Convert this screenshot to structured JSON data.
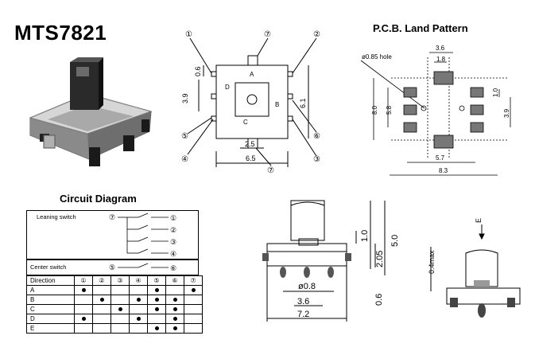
{
  "model": "MTS7821",
  "sections": {
    "pcb_title": "P.C.B. Land Pattern",
    "circuit_title": "Circuit Diagram"
  },
  "top_view": {
    "pins": [
      "①",
      "②",
      "③",
      "④",
      "⑤",
      "⑥",
      "⑦"
    ],
    "directions": [
      "A",
      "B",
      "C",
      "D"
    ],
    "dims": [
      "0.6",
      "3.9",
      "6.1",
      "2.5",
      "6.5"
    ]
  },
  "pcb": {
    "hole_label": "ø0.85 hole",
    "dims": [
      "3.6",
      "1.8",
      "1.0",
      "8.0",
      "5.8",
      "3.9",
      "5.7",
      "8.3"
    ]
  },
  "circuit": {
    "leaning_label": "Leaning switch",
    "center_label": "Center switch",
    "leaning_pins": [
      "⑦",
      "①",
      "②",
      "③",
      "④"
    ],
    "center_pins": [
      "⑤",
      "⑥"
    ]
  },
  "table": {
    "header": "Direction",
    "cols": [
      "①",
      "②",
      "③",
      "④",
      "⑤",
      "⑥",
      "⑦"
    ],
    "rows": [
      {
        "label": "A",
        "dots": [
          1,
          0,
          0,
          0,
          1,
          0,
          1
        ]
      },
      {
        "label": "B",
        "dots": [
          0,
          1,
          0,
          1,
          1,
          1,
          0
        ]
      },
      {
        "label": "C",
        "dots": [
          0,
          0,
          1,
          0,
          1,
          1,
          0
        ]
      },
      {
        "label": "D",
        "dots": [
          1,
          0,
          0,
          1,
          0,
          1,
          0
        ]
      },
      {
        "label": "E",
        "dots": [
          0,
          0,
          0,
          0,
          1,
          1,
          0
        ]
      }
    ]
  },
  "side_view": {
    "dims": [
      "1.0",
      "5.0",
      "2.05",
      "ø0.8",
      "3.6",
      "0.6",
      "7.2"
    ]
  },
  "lean_view": {
    "force_label": "E",
    "dim": "0.4max"
  }
}
